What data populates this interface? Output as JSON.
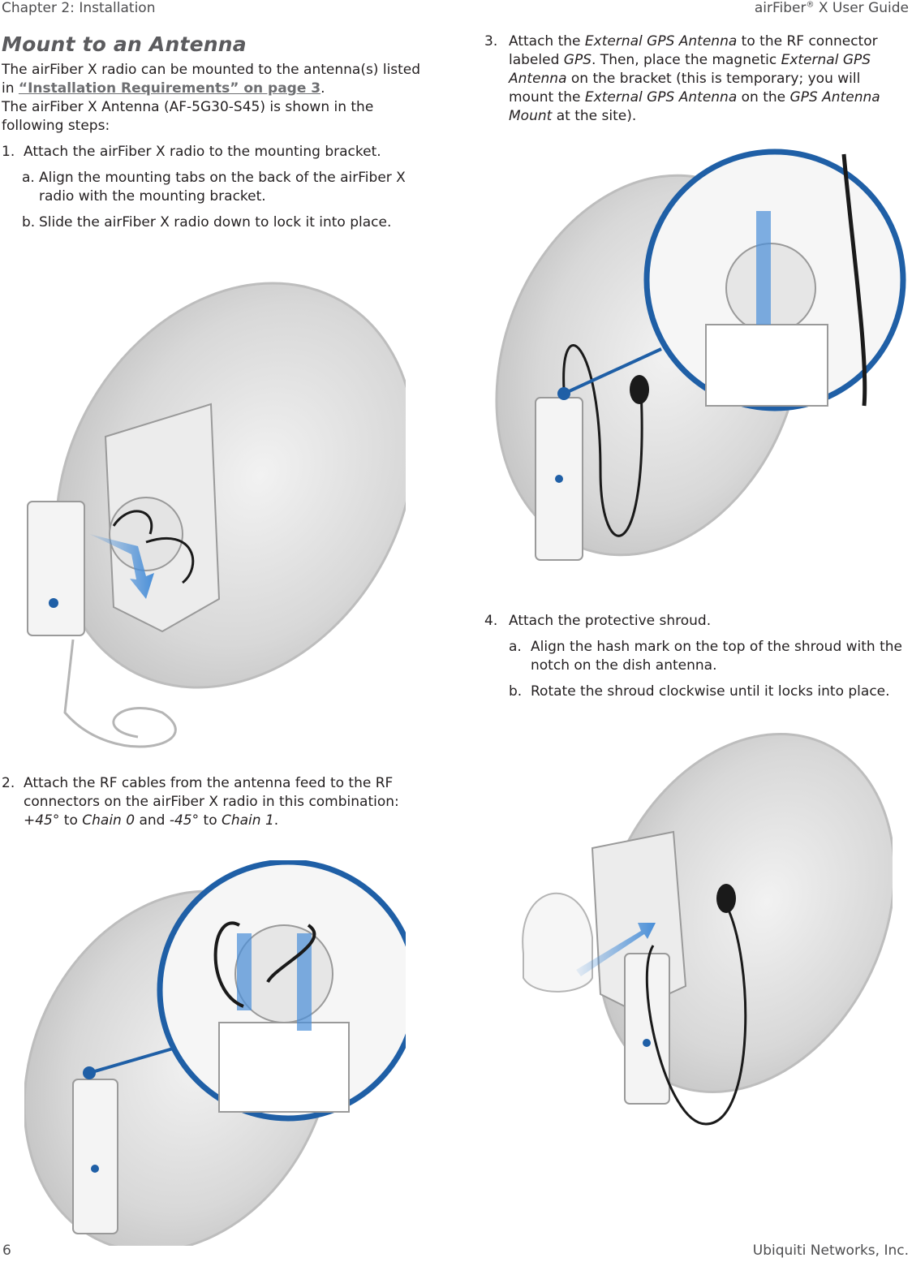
{
  "header": {
    "chapter": "Chapter 2: Installation",
    "guide_brand": "airFiber",
    "guide_reg": "®",
    "guide_rest": " X User Guide"
  },
  "footer": {
    "page": "6",
    "company": "Ubiquiti Networks, Inc."
  },
  "section": {
    "title": "Mount to an Antenna",
    "intro_1": "The airFiber X radio can be mounted to the antenna(s) listed in ",
    "intro_link": "“Installation Requirements” on page 3",
    "intro_2": ".",
    "intro_3": "The airFiber X Antenna (AF-5G30-S45) is shown in the following steps:"
  },
  "steps": {
    "s1": {
      "num": "1.",
      "text": "Attach the airFiber X radio to the mounting bracket.",
      "a_num": "a.",
      "a_text": "Align the mounting tabs on the back of the airFiber X radio with the mounting bracket.",
      "b_num": "b.",
      "b_text": "Slide the airFiber X radio down to lock it into place."
    },
    "s2": {
      "num": "2.",
      "t1": "Attach the RF cables from the antenna feed to the RF connectors on the airFiber X radio in this combination: ",
      "i1": "+45°",
      "t2": " to ",
      "i2": "Chain 0",
      "t3": "  and ",
      "i3": "-45°",
      "t4": " to ",
      "i4": "Chain 1",
      "t5": "."
    },
    "s3": {
      "num": "3.",
      "t1": "Attach the ",
      "i1": "External GPS Antenna",
      "t2": " to the RF connector labeled ",
      "i2": "GPS",
      "t3": ". Then, place the magnetic ",
      "i3": "External GPS Antenna",
      "t4": " on the bracket (this is temporary; you will mount the ",
      "i4": "External GPS Antenna",
      "t5": " on the ",
      "i5": "GPS Antenna Mount",
      "t6": " at the site)."
    },
    "s4": {
      "num": "4.",
      "text": "Attach the protective shroud.",
      "a_num": "a.",
      "a_text": "Align the hash mark on the top of the shroud with the notch on the dish antenna.",
      "b_num": "b.",
      "b_text": "Rotate the shroud clockwise until it locks into place."
    }
  },
  "colors": {
    "callout_blue": "#1f5fa6",
    "arrow_blue": "#4a8fd8",
    "dish": "#d9d9d9",
    "cable": "#1a1a1a"
  }
}
